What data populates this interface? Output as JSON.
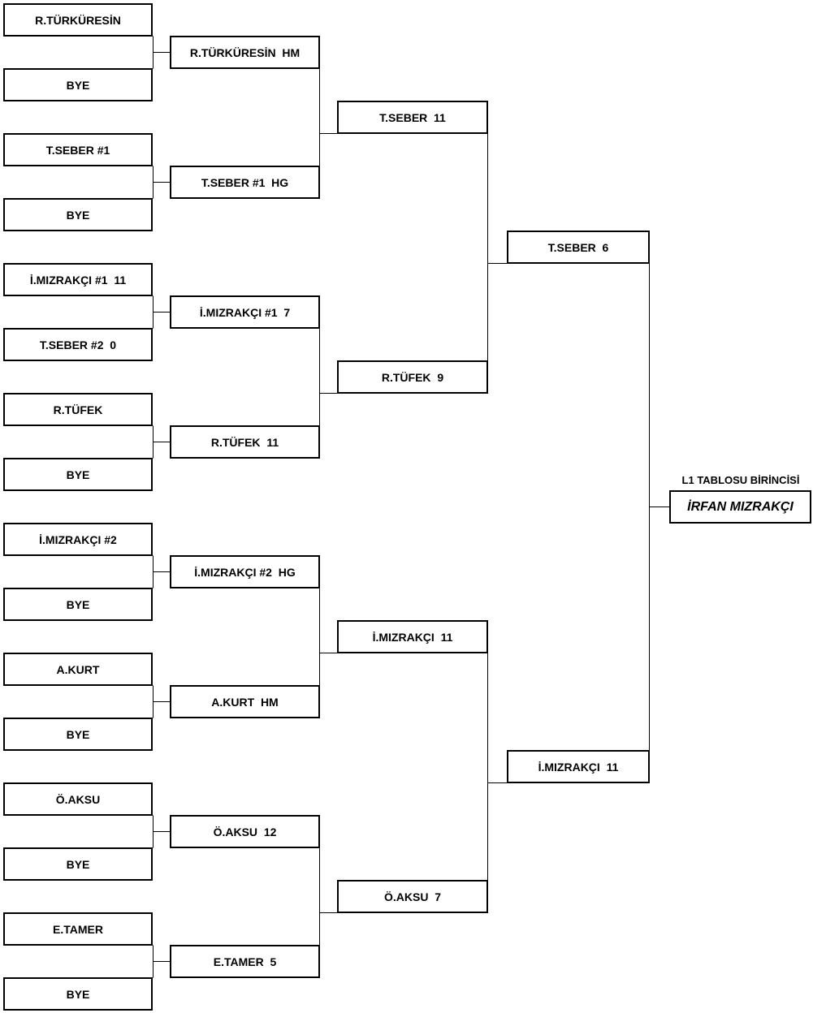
{
  "round1": [
    "R.TÜRKÜRESİN",
    "BYE",
    "T.SEBER #1",
    "BYE",
    "İ.MIZRAKÇI #1  11",
    "T.SEBER #2  0",
    "R.TÜFEK",
    "BYE",
    "İ.MIZRAKÇI #2",
    "BYE",
    "A.KURT",
    "BYE",
    "Ö.AKSU",
    "BYE",
    "E.TAMER",
    "BYE"
  ],
  "round2": [
    "R.TÜRKÜRESİN  HM",
    "T.SEBER #1  HG",
    "İ.MIZRAKÇI #1  7",
    "R.TÜFEK  11",
    "İ.MIZRAKÇI #2  HG",
    "A.KURT  HM",
    "Ö.AKSU  12",
    "E.TAMER  5"
  ],
  "round3": [
    "T.SEBER  11",
    "R.TÜFEK  9",
    "İ.MIZRAKÇI  11",
    "Ö.AKSU  7"
  ],
  "round4": [
    "T.SEBER  6",
    "İ.MIZRAKÇI  11"
  ],
  "champion": {
    "label": "L1 TABLOSU BİRİNCİSİ",
    "name": "İRFAN MIZRAKÇI"
  }
}
